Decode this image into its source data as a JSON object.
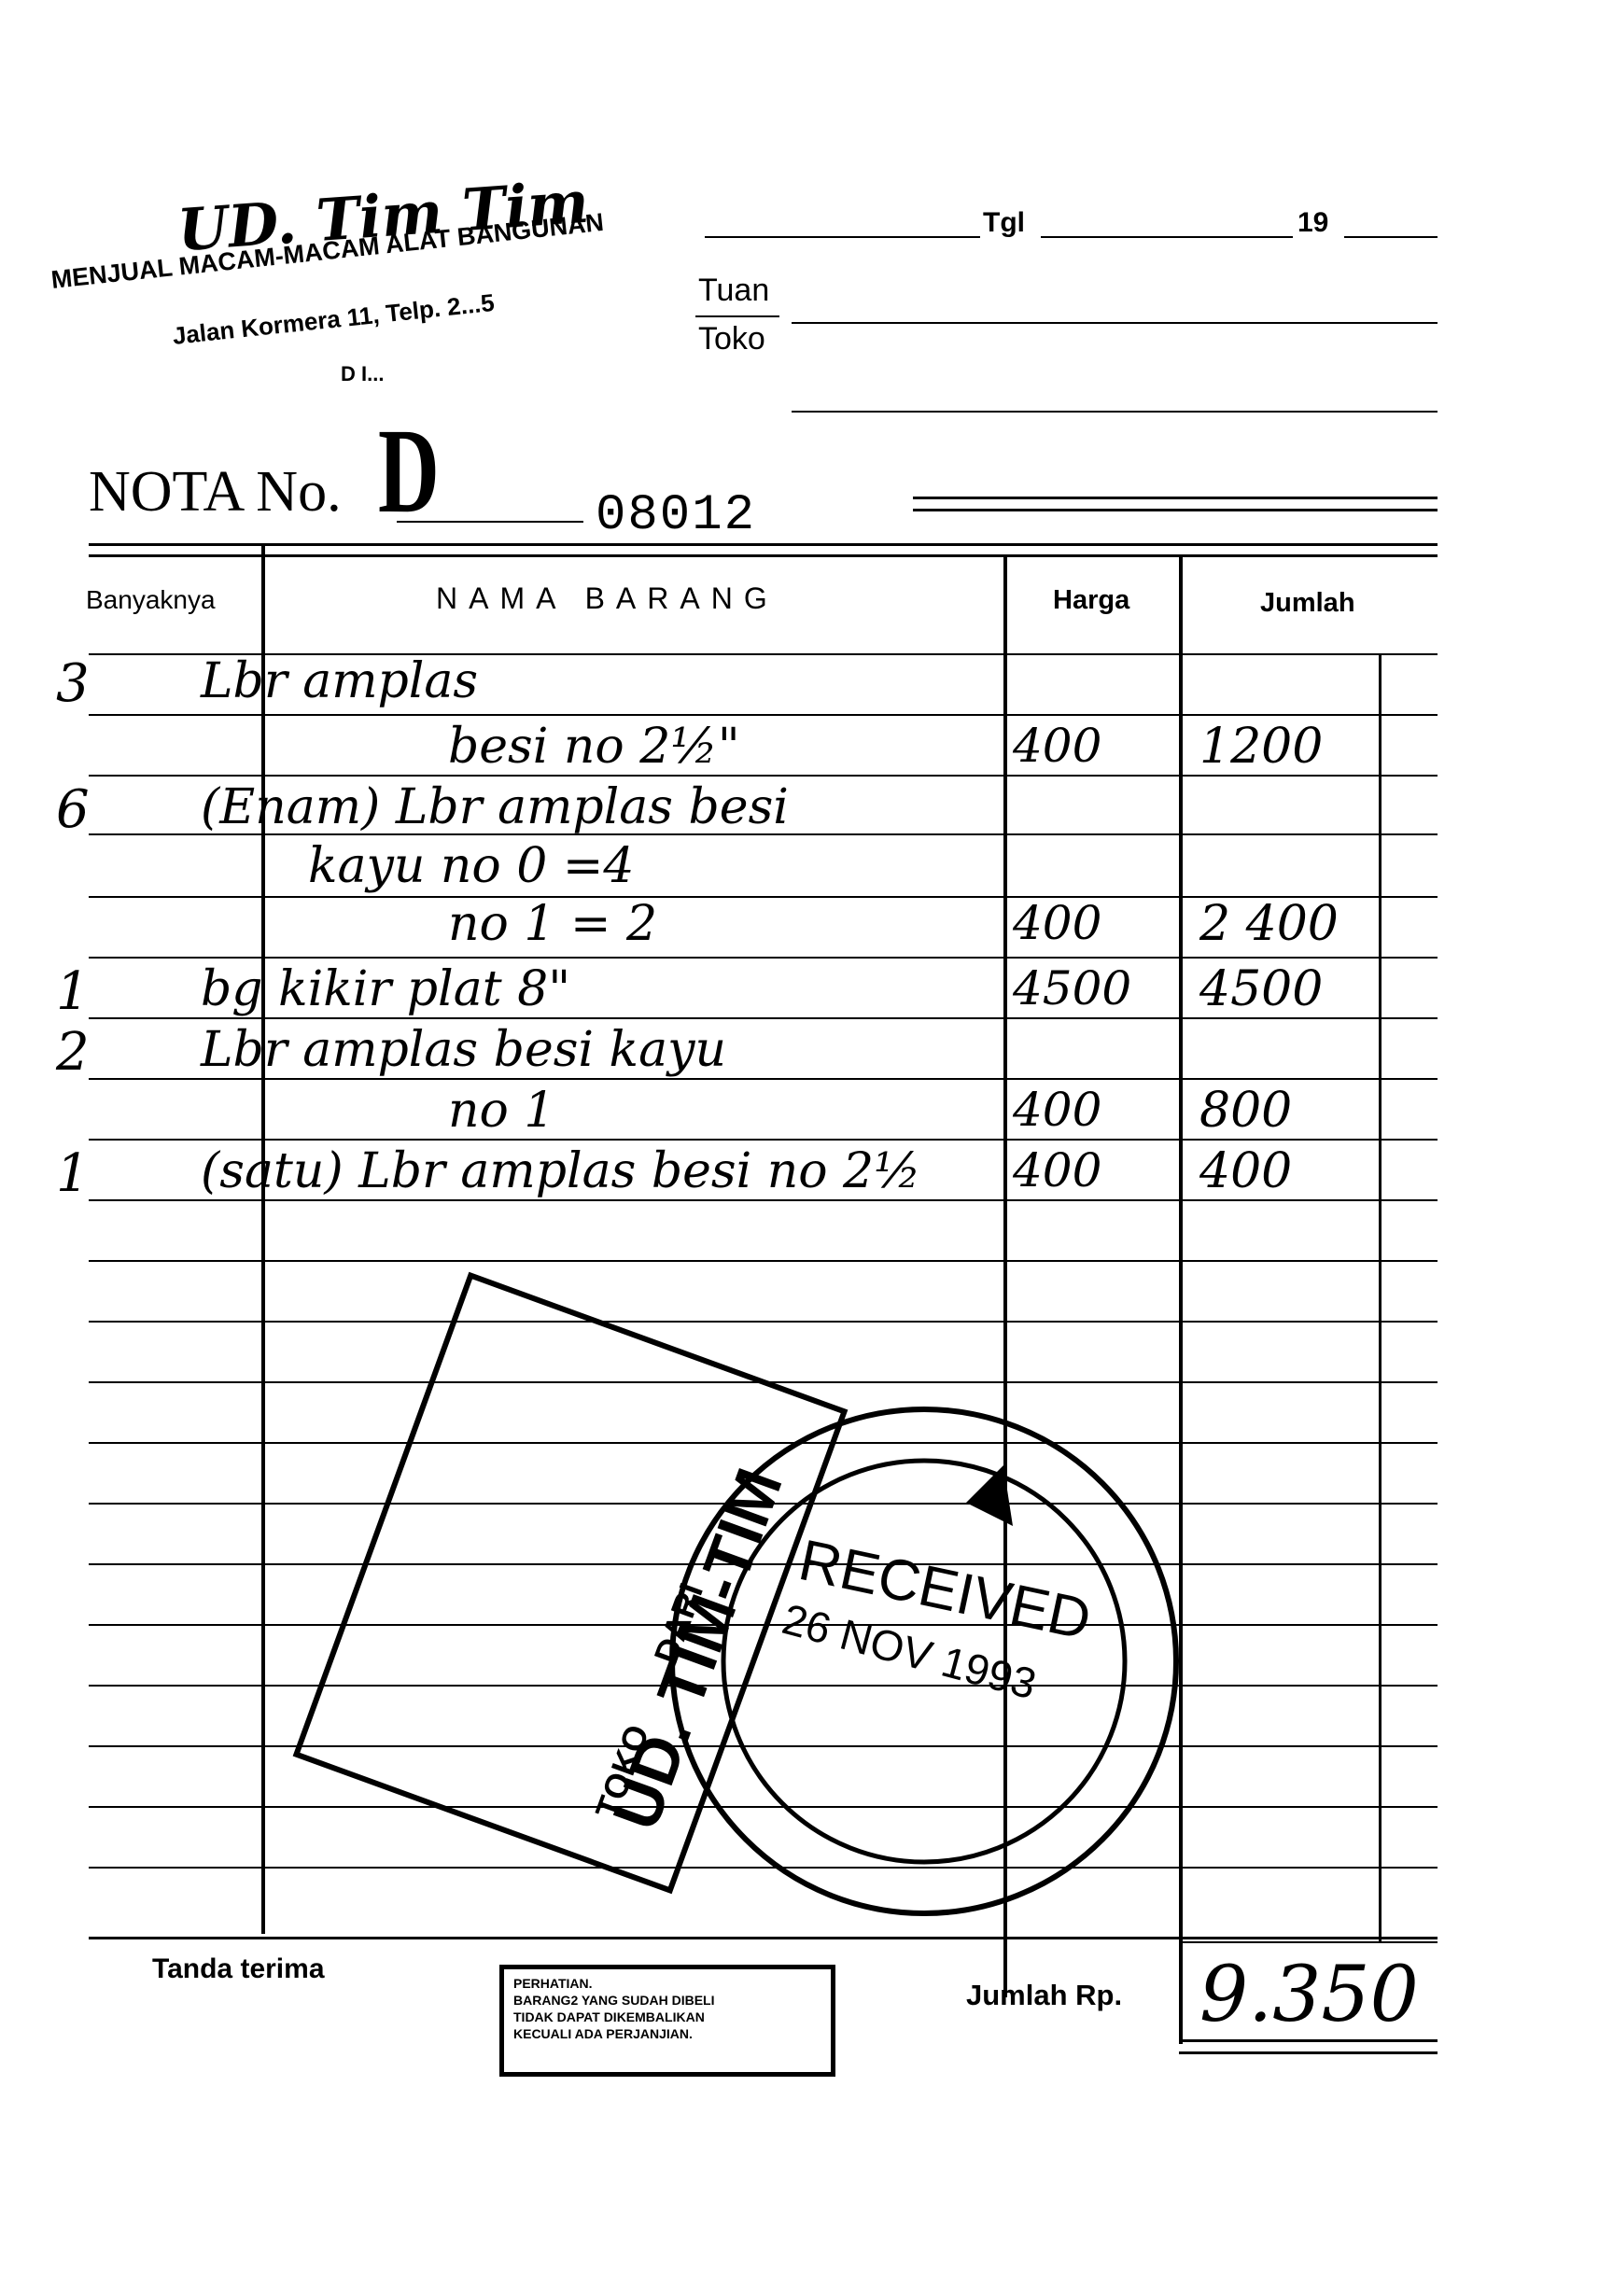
{
  "header": {
    "shop_name": "UD. Tim Tim",
    "shop_desc": "MENJUAL MACAM-MACAM ALAT BANGUNAN",
    "shop_address": "Jalan Kormera 11, Telp. 2...5",
    "shop_city": "D I...",
    "tgl_label": "Tgl",
    "year_label": "19",
    "tuan_label": "Tuan",
    "toko_label": "Toko"
  },
  "nota": {
    "label": "NOTA No.",
    "series": "D",
    "number": "08012"
  },
  "table": {
    "headers": [
      "Banyaknya",
      "NAMA BARANG",
      "Harga",
      "Jumlah"
    ],
    "rows": [
      {
        "qty": "3",
        "name": "Lbr amplas",
        "harga": "",
        "jumlah": ""
      },
      {
        "qty": "",
        "name": "besi no 2½\"",
        "harga": "400",
        "jumlah": "1200"
      },
      {
        "qty": "6",
        "name": "(Enam) Lbr amplas besi",
        "harga": "",
        "jumlah": ""
      },
      {
        "qty": "",
        "name": "kayu no 0 =4",
        "harga": "",
        "jumlah": ""
      },
      {
        "qty": "",
        "name": "no 1 = 2",
        "harga": "400",
        "jumlah": "2 400"
      },
      {
        "qty": "1",
        "name": "bg kikir plat 8\"",
        "harga": "4500",
        "jumlah": "4500"
      },
      {
        "qty": "2",
        "name": "Lbr amplas besi kayu",
        "harga": "",
        "jumlah": ""
      },
      {
        "qty": "",
        "name": "no 1",
        "harga": "400",
        "jumlah": "800"
      },
      {
        "qty": "1",
        "name": "(satu) Lbr amplas besi no 2½",
        "harga": "400",
        "jumlah": "400"
      }
    ]
  },
  "footer": {
    "tanda_terima": "Tanda terima",
    "jumlah_label": "Jumlah Rp.",
    "jumlah_value": "9.350",
    "notice_1": "PERHATIAN.",
    "notice_2": "BARANG2 YANG SUDAH DIBELI",
    "notice_3": "TIDAK DAPAT DIKEMBALIKAN",
    "notice_4": "KECUALI ADA PERJANJIAN."
  },
  "stamps": {
    "received": "RECEIVED",
    "received_date": "26 NOV 1993",
    "shop_stamp": "UD. TIM-TIM",
    "shop_stamp_2": "DARI",
    "shop_stamp_3": "TOKO"
  }
}
